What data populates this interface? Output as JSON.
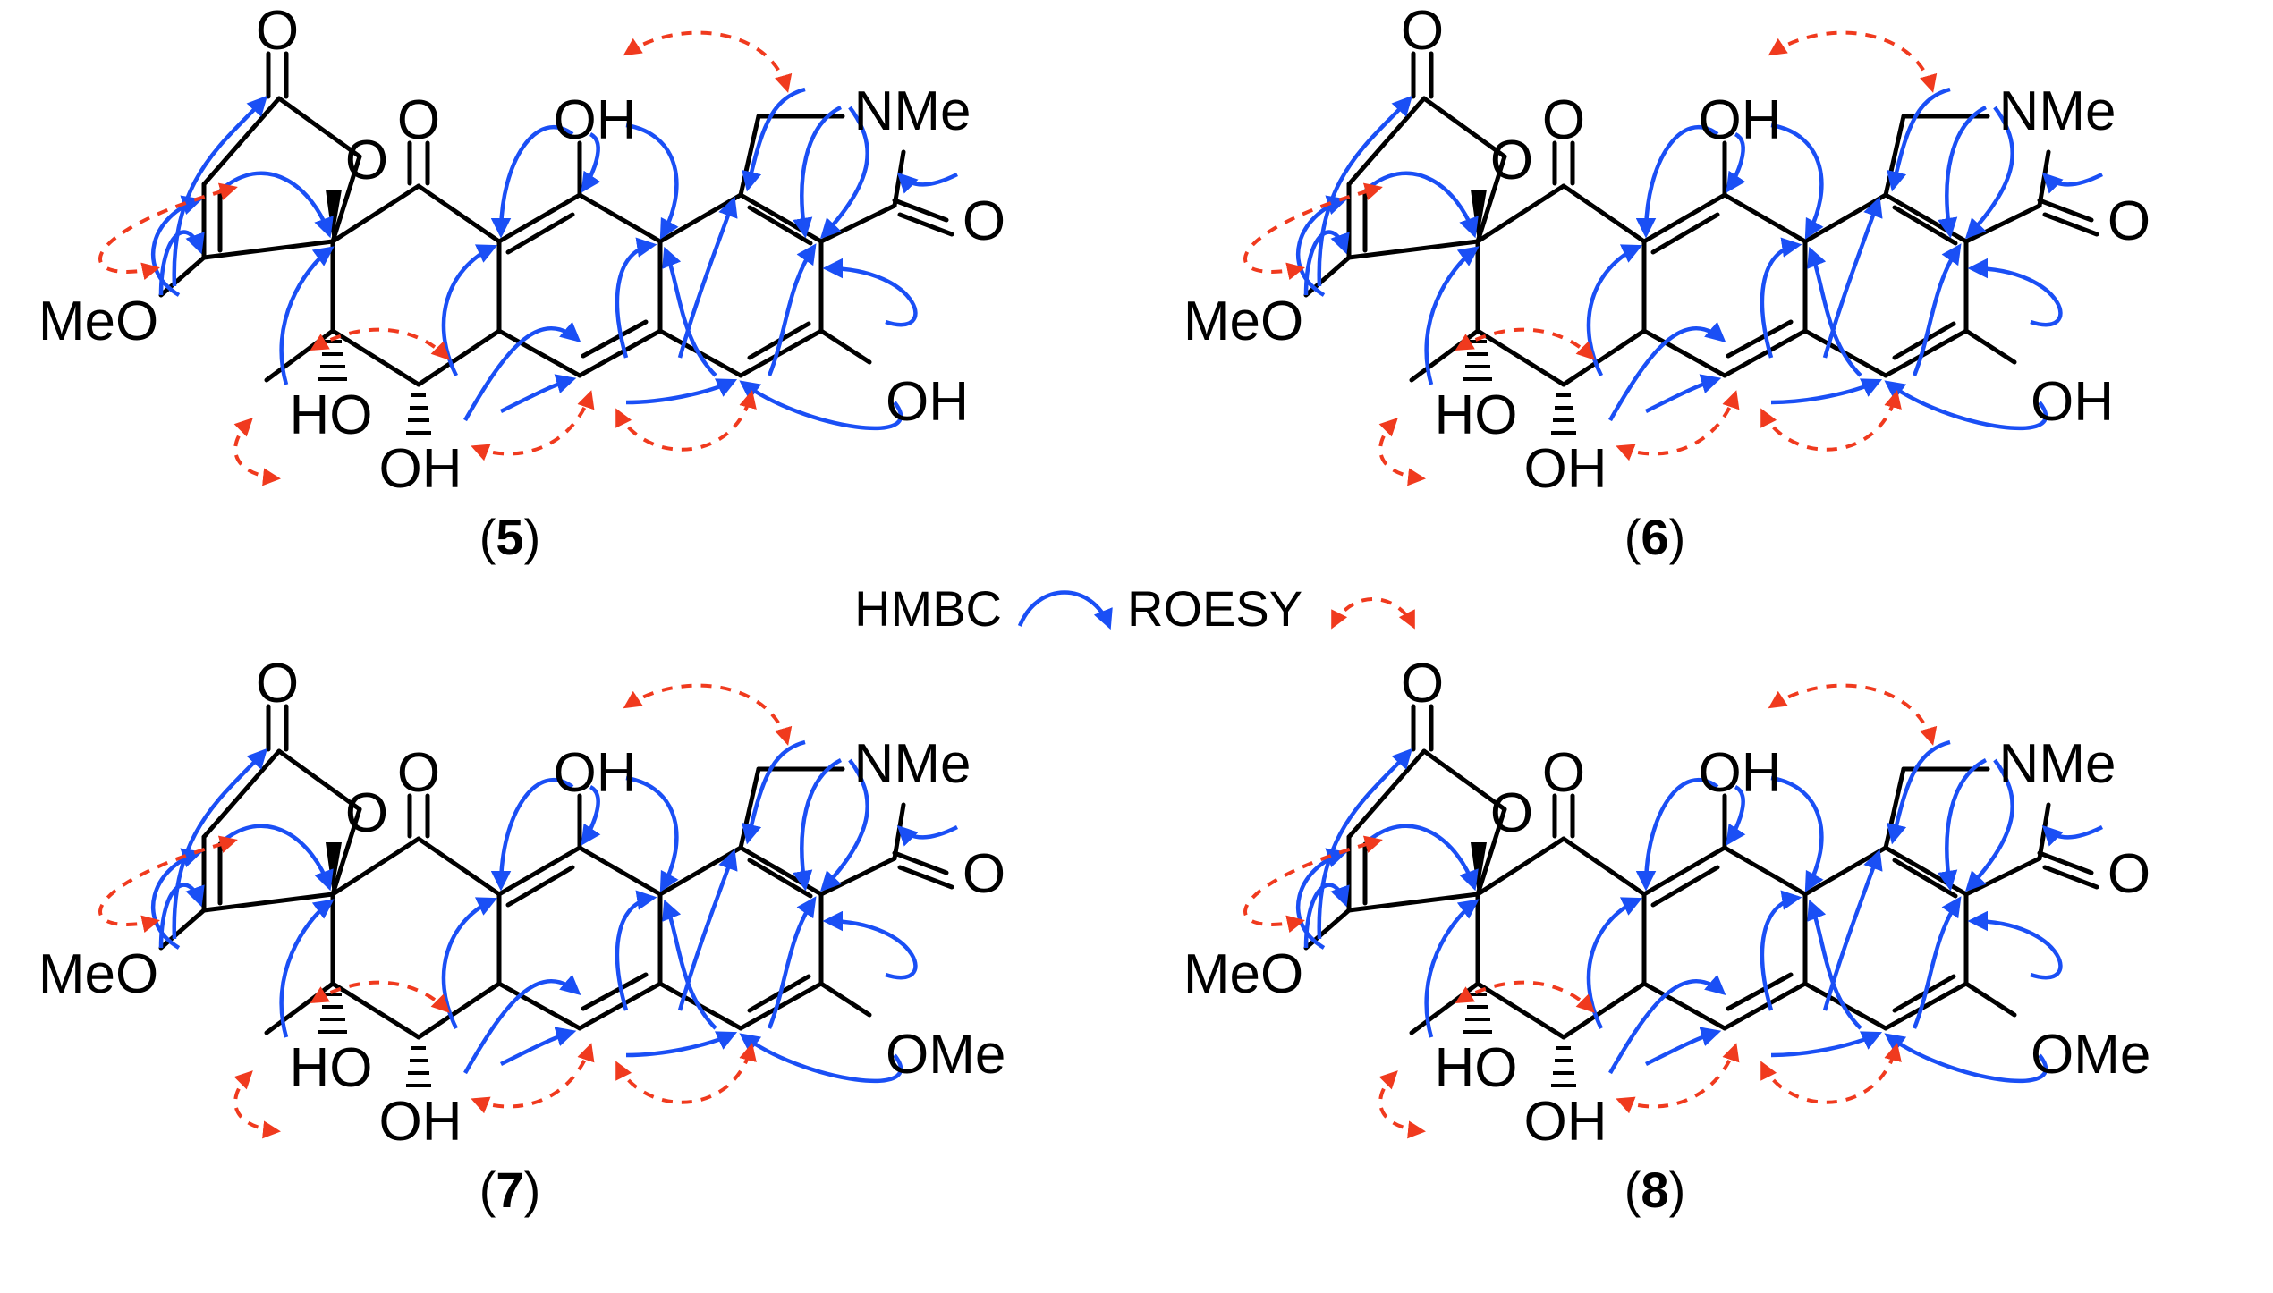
{
  "legend": {
    "hmbc_label": "HMBC",
    "roesy_label": "ROESY"
  },
  "colors": {
    "bond": "#000000",
    "hmbc": "#1a4ff5",
    "roesy": "#f03a1e"
  },
  "compounds": [
    {
      "id": "5",
      "caption_open": "(",
      "caption_num": "5",
      "caption_close": ")",
      "labels": {
        "lactone_o": "O",
        "ring_o": "O",
        "ketone_o": "O",
        "top_oh": "OH",
        "nme": "NMe",
        "amide_o": "O",
        "meo": "MeO",
        "ho_a": "HO",
        "oh_b": "OH",
        "sub": "OH"
      }
    },
    {
      "id": "6",
      "caption_open": "(",
      "caption_num": "6",
      "caption_close": ")",
      "labels": {
        "lactone_o": "O",
        "ring_o": "O",
        "ketone_o": "O",
        "top_oh": "OH",
        "nme": "NMe",
        "amide_o": "O",
        "meo": "MeO",
        "ho_a": "HO",
        "oh_b": "OH",
        "sub": "OH"
      }
    },
    {
      "id": "7",
      "caption_open": "(",
      "caption_num": "7",
      "caption_close": ")",
      "labels": {
        "lactone_o": "O",
        "ring_o": "O",
        "ketone_o": "O",
        "top_oh": "OH",
        "nme": "NMe",
        "amide_o": "O",
        "meo": "MeO",
        "ho_a": "HO",
        "oh_b": "OH",
        "sub": "OMe"
      }
    },
    {
      "id": "8",
      "caption_open": "(",
      "caption_num": "8",
      "caption_close": ")",
      "labels": {
        "lactone_o": "O",
        "ring_o": "O",
        "ketone_o": "O",
        "top_oh": "OH",
        "nme": "NMe",
        "amide_o": "O",
        "meo": "MeO",
        "ho_a": "HO",
        "oh_b": "OH",
        "sub": "OMe"
      }
    }
  ]
}
